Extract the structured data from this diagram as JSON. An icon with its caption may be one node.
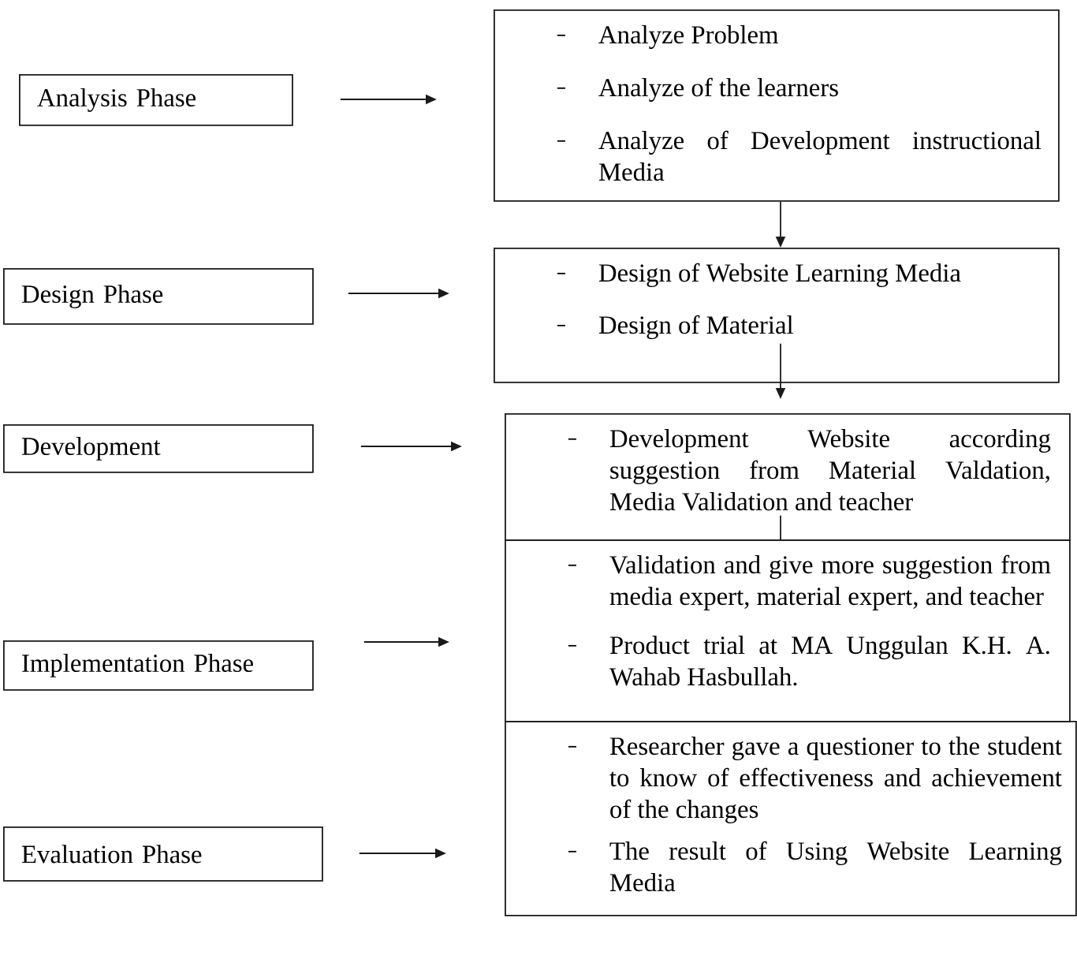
{
  "diagram": {
    "nodes": [
      {
        "text": [
          "Analysis Phase"
        ]
      },
      {
        "text": [
          "Analyze Problem",
          "Analyze of the learners",
          "Analyze of Development instructional Media"
        ]
      },
      {
        "text": [
          "Design Phase"
        ]
      },
      {
        "text": [
          "Design of Website Learning Media",
          "Design of Material"
        ]
      },
      {
        "text": [
          "Development"
        ]
      },
      {
        "text": [
          "Development Website according suggestion from Material Valdation, Media Validation and teacher"
        ]
      },
      {
        "text": [
          "Implementation Phase"
        ]
      },
      {
        "text": [
          "Validation and give more suggestion from media expert, material expert, and teacher",
          "Product trial at MA Unggulan K.H. A. Wahab Hasbullah."
        ]
      },
      {
        "text": [
          "Evaluation Phase"
        ]
      },
      {
        "text": [
          "Researcher gave a questioner to the student to know of effectiveness and achievement of the changes",
          "The result of Using Website Learning Media"
        ]
      }
    ],
    "edges": [
      {
        "from": 0,
        "to": 1,
        "arrow": "to"
      },
      {
        "from": 1,
        "to": 3,
        "arrow": "to"
      },
      {
        "from": 2,
        "to": 3,
        "arrow": "to"
      },
      {
        "from": 3,
        "to": 5,
        "arrow": "to"
      },
      {
        "from": 4,
        "to": 5,
        "arrow": "to"
      },
      {
        "from": 5,
        "to": 7,
        "arrow": "none"
      },
      {
        "from": 6,
        "to": 7,
        "arrow": "to"
      },
      {
        "from": 8,
        "to": 9,
        "arrow": "to"
      }
    ]
  }
}
